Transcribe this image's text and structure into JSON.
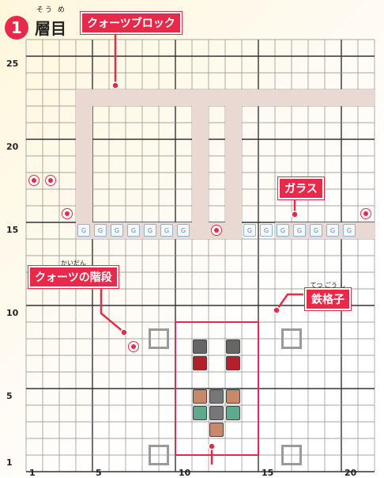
{
  "header": {
    "floor_number": "1",
    "floor_title": "層目",
    "floor_ruby": "そう め"
  },
  "callouts": {
    "quartz_block": "クォーツブロック",
    "glass": "ガラス",
    "quartz_stairs": "クォーツの階段",
    "quartz_stairs_ruby": "かいだん",
    "iron_bars": "鉄格子",
    "iron_bars_ruby": "てつ ごう し"
  },
  "axes": {
    "x_labels": [
      "1",
      "5",
      "10",
      "15",
      "20"
    ],
    "y_labels": [
      "25",
      "20",
      "15",
      "10",
      "5",
      "1"
    ]
  },
  "legend_icons": {
    "glass": "glass-block-icon",
    "stairs": "quartz-stairs-icon",
    "iron_bars": "iron-bars-icon"
  },
  "colors": {
    "accent": "#e8294a",
    "quartz": "#ead8d2",
    "grid": "#555555",
    "glass_border": "#8fb3cc"
  }
}
